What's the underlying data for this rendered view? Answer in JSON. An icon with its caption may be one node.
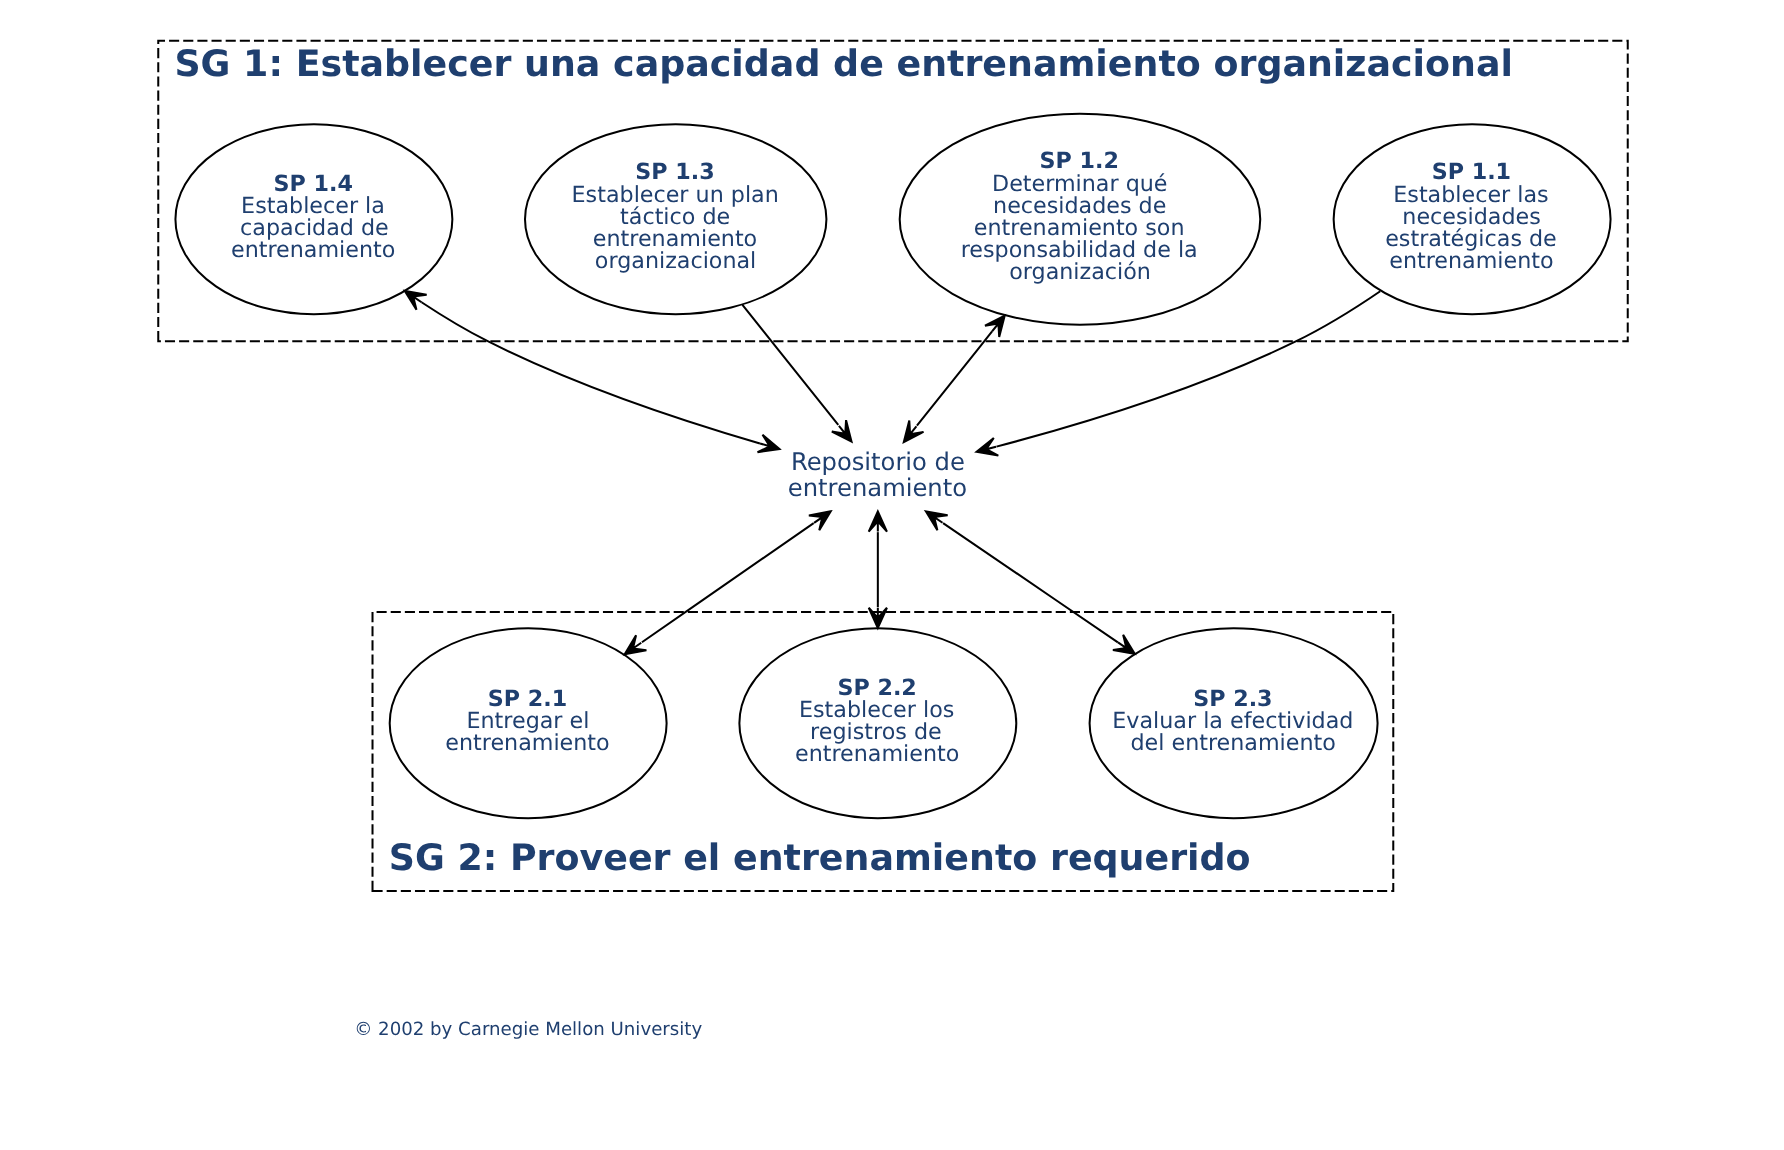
{
  "diagram": {
    "nodes": [
      {
        "text": [
          "SG 1: Establecer una capacidad de entrenamiento organizacional"
        ]
      },
      {
        "text": [
          "SP 1.1",
          "Establecer las necesidades estratégicas de entrenamiento"
        ],
        "in": 0
      },
      {
        "text": [
          "SP 1.2",
          "Determinar qué necesidades de entrenamiento son responsabilidad de la organización"
        ],
        "in": 0
      },
      {
        "text": [
          "SP 1.3",
          "Establecer un plan táctico de entrenamiento organizacional"
        ],
        "in": 0
      },
      {
        "text": [
          "SP 1.4",
          "Establecer la capacidad de entrenamiento"
        ],
        "in": 0
      },
      {
        "text": [
          "Repositorio de entrenamiento"
        ]
      },
      {
        "text": [
          "SG 2: Proveer el entrenamiento requerido"
        ]
      },
      {
        "text": [
          "SP 2.3",
          "Evaluar la efectividad del entrenamiento"
        ],
        "in": 6
      },
      {
        "text": [
          "SP 2.2",
          "Establecer los registros de entrenamiento"
        ],
        "in": 6
      },
      {
        "text": [
          "SP 2.1",
          "Entregar el entrenamiento"
        ],
        "in": 6
      }
    ],
    "edges": [
      {
        "from": 1,
        "to": 5,
        "arrow": "to"
      },
      {
        "from": 2,
        "to": 5,
        "arrow": "both"
      },
      {
        "from": 3,
        "to": 5,
        "arrow": "to"
      },
      {
        "from": 4,
        "to": 5,
        "arrow": "both"
      },
      {
        "from": 5,
        "to": 7,
        "arrow": "both"
      },
      {
        "from": 5,
        "to": 8,
        "arrow": "both"
      },
      {
        "from": 5,
        "to": 9,
        "arrow": "both"
      }
    ],
    "labels": [
      "© 2002 by Carnegie Mellon University"
    ]
  }
}
